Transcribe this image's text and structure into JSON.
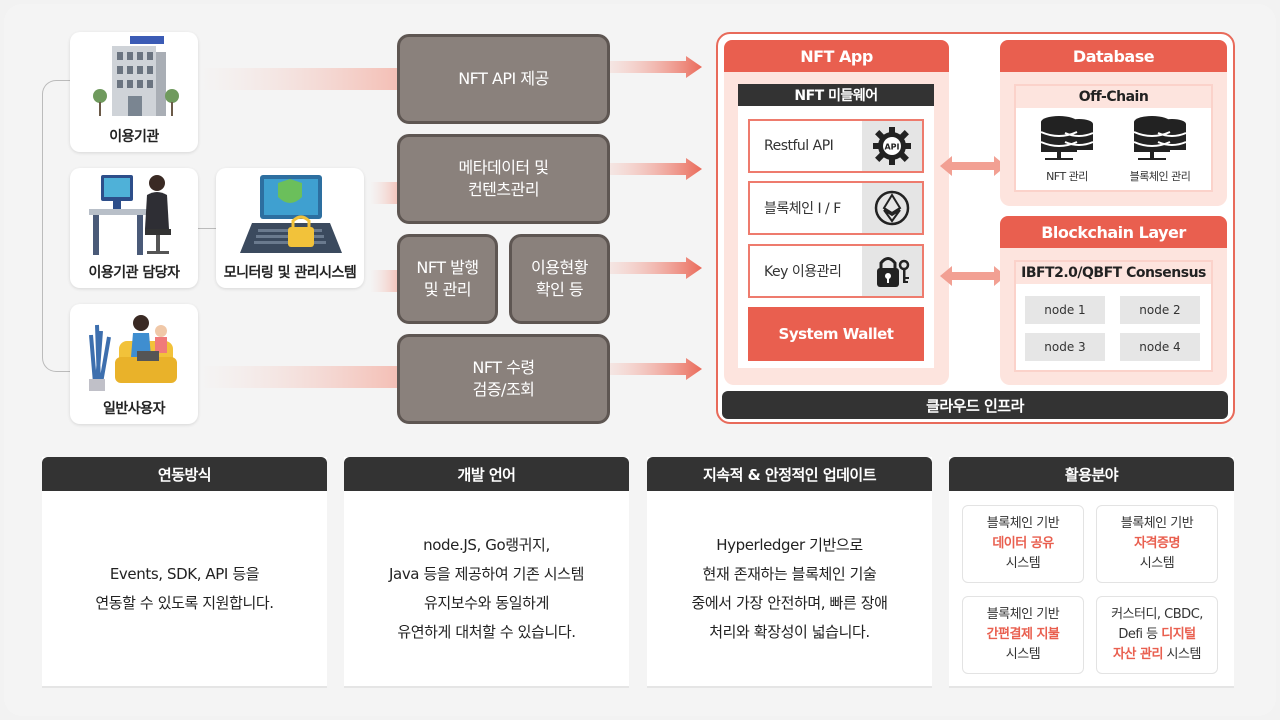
{
  "actors": {
    "institution": "이용기관",
    "manager": "이용기관 담당자",
    "monitoring": "모니터링 및 관리시스템",
    "user": "일반사용자"
  },
  "services": {
    "api": "NFT API 제공",
    "metadata_1": "메타데이터 및",
    "metadata_2": "컨텐츠관리",
    "issue_1": "NFT 발행",
    "issue_2": "및 관리",
    "status_1": "이용현황",
    "status_2": "확인 등",
    "receive_1": "NFT 수령",
    "receive_2": "검증/조회"
  },
  "platform": {
    "nft_app": "NFT App",
    "middleware": "NFT 미들웨어",
    "restful": "Restful API",
    "blockchain_if": "블록체인 I / F",
    "key_mgmt": "Key 이용관리",
    "wallet": "System Wallet",
    "database": "Database",
    "offchain": "Off-Chain",
    "nft_mgmt": "NFT 관리",
    "chain_mgmt": "블록체인 관리",
    "blockchain_layer": "Blockchain Layer",
    "consensus": "IBFT2.0/QBFT Consensus",
    "node1": "node 1",
    "node2": "node 2",
    "node3": "node 3",
    "node4": "node 4",
    "cloud": "클라우드 인프라",
    "api_badge": "API"
  },
  "features": {
    "f1_title": "연동방식",
    "f1_l1": "Events, SDK, API 등을",
    "f1_l2": "연동할 수 있도록 지원합니다.",
    "f2_title": "개발 언어",
    "f2_l1": "node.JS, Go랭귀지,",
    "f2_l2": "Java 등을 제공하여 기존 시스템",
    "f2_l3": "유지보수와 동일하게",
    "f2_l4": "유연하게 대처할 수 있습니다.",
    "f3_title": "지속적 & 안정적인 업데이트",
    "f3_l1": "Hyperledger 기반으로",
    "f3_l2": "현재 존재하는 블록체인 기술",
    "f3_l3": "중에서 가장 안전하며, 빠른 장애",
    "f3_l4": "처리와 확장성이 넓습니다.",
    "f4_title": "활용분야",
    "u1_a": "블록체인 기반",
    "u1_b": "데이터 공유",
    "u1_c": "시스템",
    "u2_a": "블록체인 기반",
    "u2_b": "자격증명",
    "u2_c": "시스템",
    "u3_a": "블록체인 기반",
    "u3_b": "간편결제 지불",
    "u3_c": "시스템",
    "u4_a": "커스터디, CBDC,",
    "u4_b1": "Defi 등 ",
    "u4_b2": "디지털",
    "u4_c1": "자산 관리",
    "u4_c2": " 시스템"
  },
  "colors": {
    "accent": "#e95f4f",
    "accent_light": "#fde4de",
    "service_gray": "#8a817c",
    "dark": "#333333"
  }
}
